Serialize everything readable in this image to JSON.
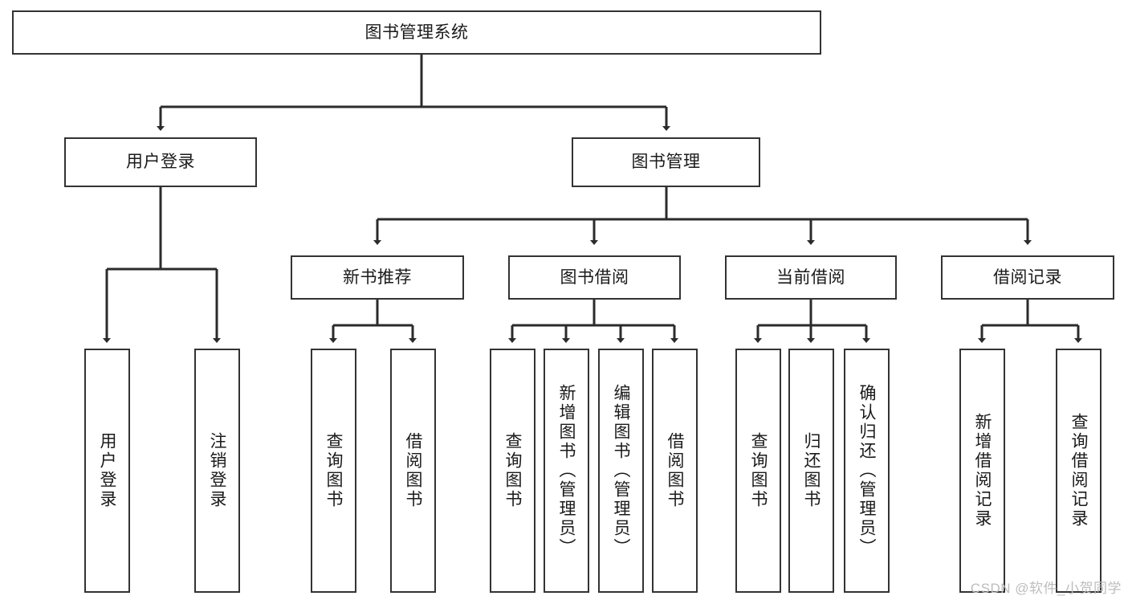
{
  "diagram": {
    "title": "图书管理系统",
    "type": "tree-hierarchy",
    "root": {
      "label": "图书管理系统"
    },
    "level1": [
      {
        "label": "用户登录"
      },
      {
        "label": "图书管理"
      }
    ],
    "level2": [
      {
        "label": "新书推荐",
        "parent": "图书管理"
      },
      {
        "label": "图书借阅",
        "parent": "图书管理"
      },
      {
        "label": "当前借阅",
        "parent": "图书管理"
      },
      {
        "label": "借阅记录",
        "parent": "图书管理"
      }
    ],
    "leaves_user_login": [
      {
        "label": "用户登录"
      },
      {
        "label": "注销登录"
      }
    ],
    "leaves_new_book": [
      {
        "label": "查询图书"
      },
      {
        "label": "借阅图书"
      }
    ],
    "leaves_borrow": [
      {
        "label": "查询图书"
      },
      {
        "label": "新增图书（管理员）"
      },
      {
        "label": "编辑图书（管理员）"
      },
      {
        "label": "借阅图书"
      }
    ],
    "leaves_current": [
      {
        "label": "查询图书"
      },
      {
        "label": "归还图书"
      },
      {
        "label": "确认归还（管理员）"
      }
    ],
    "leaves_records": [
      {
        "label": "新增借阅记录"
      },
      {
        "label": "查询借阅记录"
      }
    ]
  },
  "watermark": {
    "text": "CSDN @软件_小贺同学"
  },
  "colors": {
    "box_border": "#333333",
    "box_fill": "#ffffff",
    "connector": "#2b2b2b",
    "text": "#1a1a1a",
    "watermark": "#bdbdbd",
    "background": "#ffffff"
  }
}
